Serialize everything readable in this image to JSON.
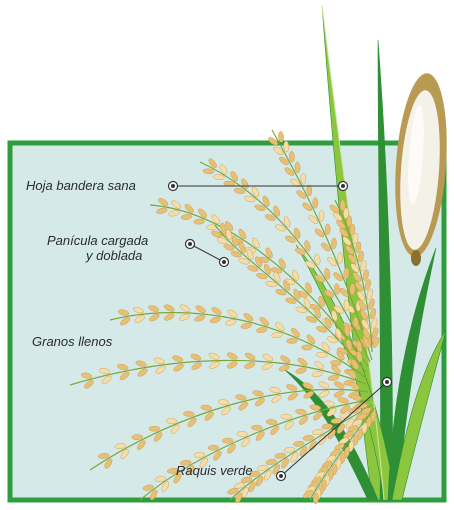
{
  "labels": {
    "flag_leaf": "Hoja bandera sana",
    "panicle_line1": "Panícula cargada",
    "panicle_line2": "y doblada",
    "full_grains": "Granos llenos",
    "green_rachis": "Raquis verde"
  },
  "colors": {
    "frame": "#2e9d3e",
    "panel": "#d4e9e8",
    "leaf_dark": "#2f8f35",
    "leaf_light": "#8cc63f",
    "grain": "#e9bf74",
    "grain_light": "#f6dca6",
    "rachis": "#7aa83a",
    "leader": "#333333",
    "husk": "#b99a52",
    "kernel": "#f4f1e8"
  },
  "icons": [
    "rice-grain-closeup-icon"
  ]
}
